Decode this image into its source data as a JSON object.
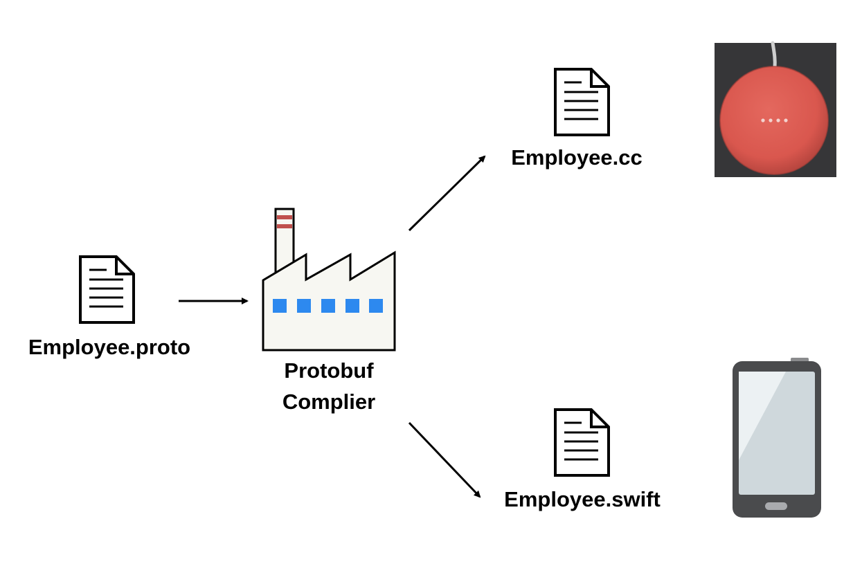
{
  "diagram": {
    "source_file": "Employee.proto",
    "compiler": {
      "line1": "Protobuf",
      "line2": "Complier"
    },
    "outputs": [
      {
        "label": "Employee.cc",
        "target_device": "smart-speaker"
      },
      {
        "label": "Employee.swift",
        "target_device": "smartphone"
      }
    ]
  },
  "colors": {
    "stroke": "#000000",
    "factory_fill": "#f7f7f2",
    "factory_windows": "#2d89ef",
    "chimney_stripes": "#c0504d",
    "speaker_body": "#d9574e",
    "speaker_background": "#3b3b3d",
    "phone_body": "#4a4b4d",
    "phone_screen": "#cfd8dc"
  }
}
